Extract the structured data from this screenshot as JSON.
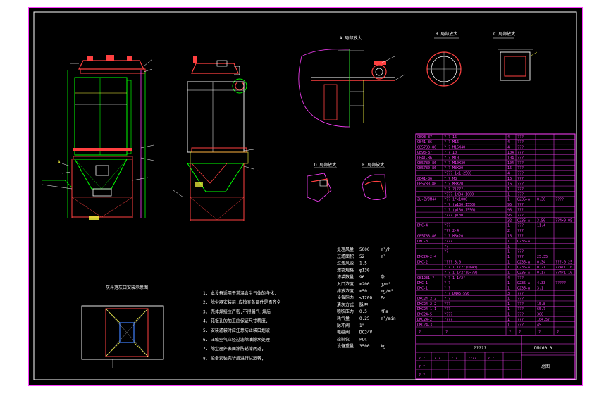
{
  "drawing": {
    "view_labels": {
      "view_a": "A 局部放大",
      "view_b": "B 局部放大",
      "view_c": "C 局部放大",
      "view_d": "D 局部放大",
      "view_e": "E 局部放大",
      "plan_view": "灰斗落灰口安装示意图"
    },
    "left_callout": "A",
    "tech_params": [
      {
        "label": "处理风量",
        "value": "5000",
        "unit": "m³/h"
      },
      {
        "label": "过滤面积",
        "value": "52",
        "unit": "m²"
      },
      {
        "label": "过滤风速",
        "value": "1.5",
        "unit": ""
      },
      {
        "label": "滤袋规格",
        "value": "φ130",
        "unit": ""
      },
      {
        "label": "滤袋数量",
        "value": "96",
        "unit": "条"
      },
      {
        "label": "入口浓度",
        "value": "<200",
        "unit": "g/m³"
      },
      {
        "label": "排放浓度",
        "value": "<50",
        "unit": "mg/m³"
      },
      {
        "label": "设备阻力",
        "value": "<1200",
        "unit": "Pa"
      },
      {
        "label": "清灰方式",
        "value": "脉冲",
        "unit": ""
      },
      {
        "label": "喷吹压力",
        "value": "0.5",
        "unit": "MPa"
      },
      {
        "label": "耗气量",
        "value": "0.25",
        "unit": "m³/min"
      },
      {
        "label": "脉冲阀",
        "value": "1\"",
        "unit": ""
      },
      {
        "label": "电磁阀",
        "value": "DC24V",
        "unit": ""
      },
      {
        "label": "控制仪",
        "value": "PLC",
        "unit": ""
      },
      {
        "label": "设备重量",
        "value": "3500",
        "unit": "kg"
      }
    ],
    "tech_notes": [
      "1. 本设备适用于常温含尘气体的净化,",
      "2. 除尘器安装前,应检查各部件是否齐全",
      "3. 壳体焊接应严密,不得漏气,焊后",
      "4. 花板孔的加工应保证尺寸精度,",
      "5. 安装滤袋时应注意防止袋口划破",
      "6. 压缩空气应经过滤除油除水处理",
      "7. 除尘器外表面涂防锈漆两道,",
      "8. 设备安装完毕后进行试运转,"
    ],
    "parts_list": [
      [
        "GB93-87",
        "? ? 16",
        "4",
        "???",
        "",
        ""
      ],
      [
        "GB41-86",
        "? ? M16",
        "4",
        "???",
        "",
        ""
      ],
      [
        "GB5780-86",
        "? ? M16X40",
        "4",
        "???",
        "",
        ""
      ],
      [
        "GB93-87",
        "? ? 10",
        "104",
        "???",
        "",
        ""
      ],
      [
        "GB41-86",
        "? ? M10",
        "104",
        "???",
        "",
        ""
      ],
      [
        "GB5780-86",
        "? ? M10X30",
        "104",
        "???",
        "",
        ""
      ],
      [
        "GB5780-86",
        "? ? M8X20",
        "16",
        "???",
        "",
        ""
      ],
      [
        "",
        "???? 1x1-2500",
        "4",
        "???",
        "",
        ""
      ],
      [
        "GB41-86",
        "? ? M8",
        "16",
        "???",
        "",
        ""
      ],
      [
        "GB5780-86",
        "? ? M8X20",
        "16",
        "???",
        "",
        ""
      ],
      [
        "",
        "? ? ?(???)",
        "1",
        "???",
        "",
        ""
      ],
      [
        "",
        "???? 1X34-1000",
        "1",
        "???",
        "",
        ""
      ],
      [
        "ZL-ZYJM44",
        "??? 1\"x1000",
        "1",
        "Q235-A",
        "0.36",
        "????"
      ],
      [
        "",
        "? ? (φ130-1550)",
        "96",
        "???",
        "",
        ""
      ],
      [
        "",
        "? ? (φ130-1550)",
        "96",
        "???",
        "",
        ""
      ],
      [
        "",
        "???? φ130",
        "96",
        "???",
        "",
        ""
      ],
      [
        "",
        "",
        "32",
        "Q235-A",
        "3.50",
        "??4×0.05"
      ],
      [
        "DMC-4",
        "???",
        "1",
        "???",
        "11.4",
        ""
      ],
      [
        "",
        "??? 2-4",
        "2",
        "???",
        "",
        ""
      ],
      [
        "GB5783-86",
        "? ? M8x20",
        "16",
        "???",
        "",
        ""
      ],
      [
        "DMC-3",
        "????",
        "1",
        "Q235-A",
        "",
        ""
      ],
      [
        "",
        "??",
        "1",
        "",
        "",
        ""
      ],
      [
        "",
        "??",
        "1",
        "???",
        "",
        ""
      ],
      [
        "DMC24-2-4",
        "",
        "1",
        "???",
        "25.35",
        ""
      ],
      [
        "DMC-2",
        "???? 3.0",
        "1",
        "Q235-A",
        "0.34",
        "???-0.25"
      ],
      [
        "",
        "? ? 1 1/2\"(L=40)",
        "1",
        "Q235-A",
        "0.21",
        "??4/1 10"
      ],
      [
        "",
        "? ? 1 1/2\"(L=70)",
        "1",
        "Q235-A",
        "0.17",
        "??4/1 10"
      ],
      [
        "GB1231-?",
        "? ? 1 1/2\"",
        "4",
        "???",
        "",
        ""
      ],
      [
        "DMC-1",
        "? ?",
        "1",
        "Q235-A",
        "4.33",
        "?????"
      ],
      [
        "DMC-1",
        "? ?",
        "1",
        "Q235-A",
        "3.1",
        ""
      ],
      [
        "",
        "? ? DN45-596",
        "3",
        "???",
        "",
        ""
      ],
      [
        "DMC24-2-3",
        "? ?",
        "1",
        "???",
        "",
        ""
      ],
      [
        "DMC24-2-2",
        "???",
        "1",
        "???",
        "15.8",
        ""
      ],
      [
        "DMC24-1-1",
        "???",
        "1",
        "???",
        "65.7",
        ""
      ],
      [
        "DMC24-5",
        "????",
        "1",
        "???",
        "300",
        ""
      ],
      [
        "DMC24-2",
        "????",
        "1",
        "???",
        "104.57",
        ""
      ],
      [
        "DMC24-3",
        "",
        "1",
        "???",
        "45",
        ""
      ]
    ],
    "parts_header": [
      "?",
      "?",
      "?",
      "?",
      "?",
      "?"
    ],
    "title_block": {
      "project_name": "?????",
      "drawing_number": "DMC60.0",
      "drawing_title": "总图",
      "cells": [
        "? ?",
        "? ?",
        "? ?",
        "????",
        "? ?",
        "? ?",
        "? ?"
      ]
    }
  }
}
